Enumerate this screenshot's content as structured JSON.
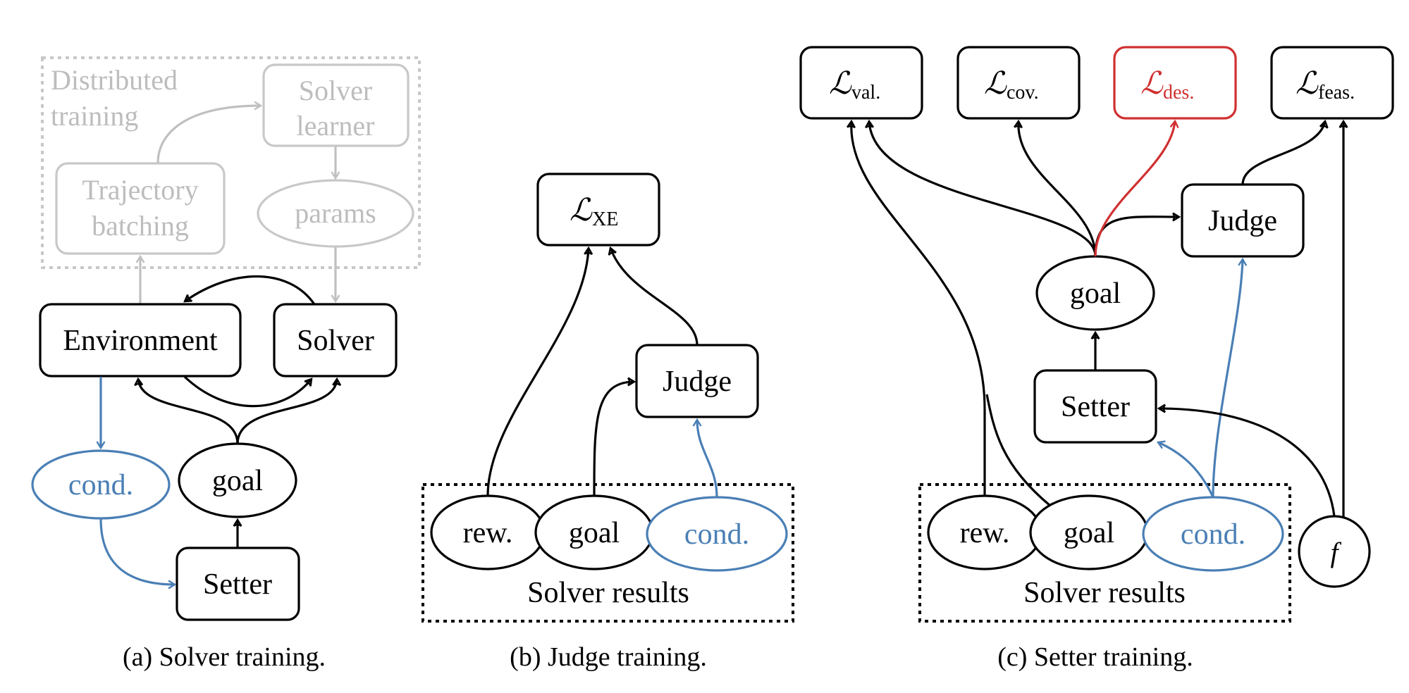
{
  "panel_a": {
    "caption": "(a) Solver training.",
    "distributed_training_line1": "Distributed",
    "distributed_training_line2": "training",
    "solver_learner_line1": "Solver",
    "solver_learner_line2": "learner",
    "trajectory_batching_line1": "Trajectory",
    "trajectory_batching_line2": "batching",
    "params": "params",
    "environment": "Environment",
    "solver": "Solver",
    "cond": "cond.",
    "goal": "goal",
    "setter": "Setter"
  },
  "panel_b": {
    "caption": "(b) Judge training.",
    "loss_symbol": "ℒ",
    "loss_sub": "XE",
    "judge": "Judge",
    "rew": "rew.",
    "goal": "goal",
    "cond": "cond.",
    "group_label": "Solver results"
  },
  "panel_c": {
    "caption": "(c) Setter training.",
    "loss_symbol": "ℒ",
    "loss_val_sub": "val.",
    "loss_cov_sub": "cov.",
    "loss_des_sub": "des.",
    "loss_feas_sub": "feas.",
    "judge": "Judge",
    "goal": "goal",
    "setter": "Setter",
    "rew": "rew.",
    "goal_result": "goal",
    "cond": "cond.",
    "f": "f",
    "group_label": "Solver results"
  },
  "colors": {
    "blue": "#4a7fb5",
    "gray": "#c8c8c8",
    "red": "#d03030",
    "black": "#000000"
  }
}
